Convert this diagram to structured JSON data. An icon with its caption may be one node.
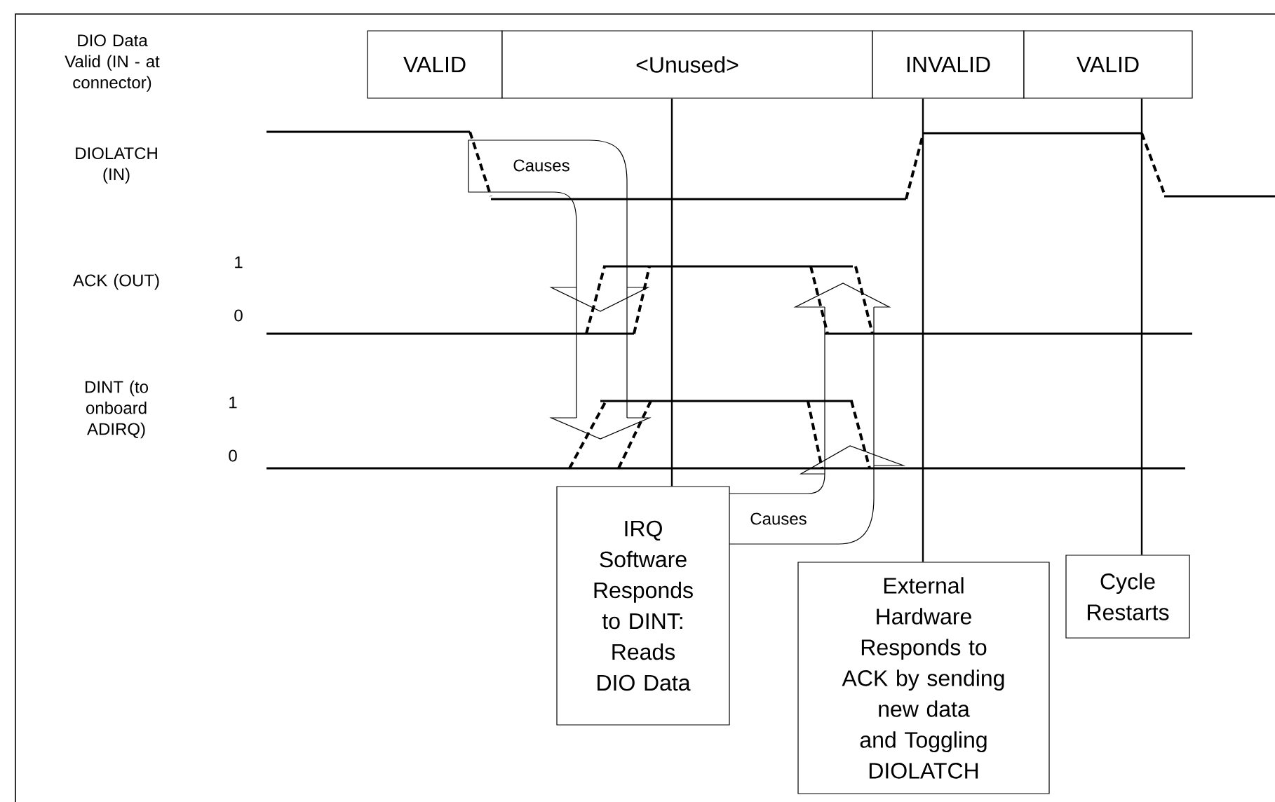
{
  "diagram": {
    "nodes": [
      {
        "text": [
          "VALID"
        ]
      },
      {
        "text": [
          "<Unused>"
        ]
      },
      {
        "text": [
          "INVALID"
        ]
      },
      {
        "text": [
          "VALID"
        ]
      },
      {
        "text": [
          "IRQ Software Responds to DINT: Reads DIO Data"
        ]
      },
      {
        "text": [
          "External Hardware Responds to ACK by sending new data and Toggling DIOLATCH"
        ]
      },
      {
        "text": [
          "Cycle Restarts"
        ]
      }
    ],
    "edges": [
      {
        "from": 1,
        "to": 4,
        "arrow": "none"
      },
      {
        "from": 2,
        "to": 5,
        "arrow": "none"
      },
      {
        "from": 3,
        "to": 6,
        "arrow": "none"
      }
    ],
    "labels": [
      "DIO Data Valid (IN - at connector)",
      "DIOLATCH (IN)",
      "Causes",
      "1",
      "ACK (OUT)",
      "0",
      "DINT (to onboard ADIRQ)",
      "1",
      "0",
      "Causes"
    ]
  }
}
